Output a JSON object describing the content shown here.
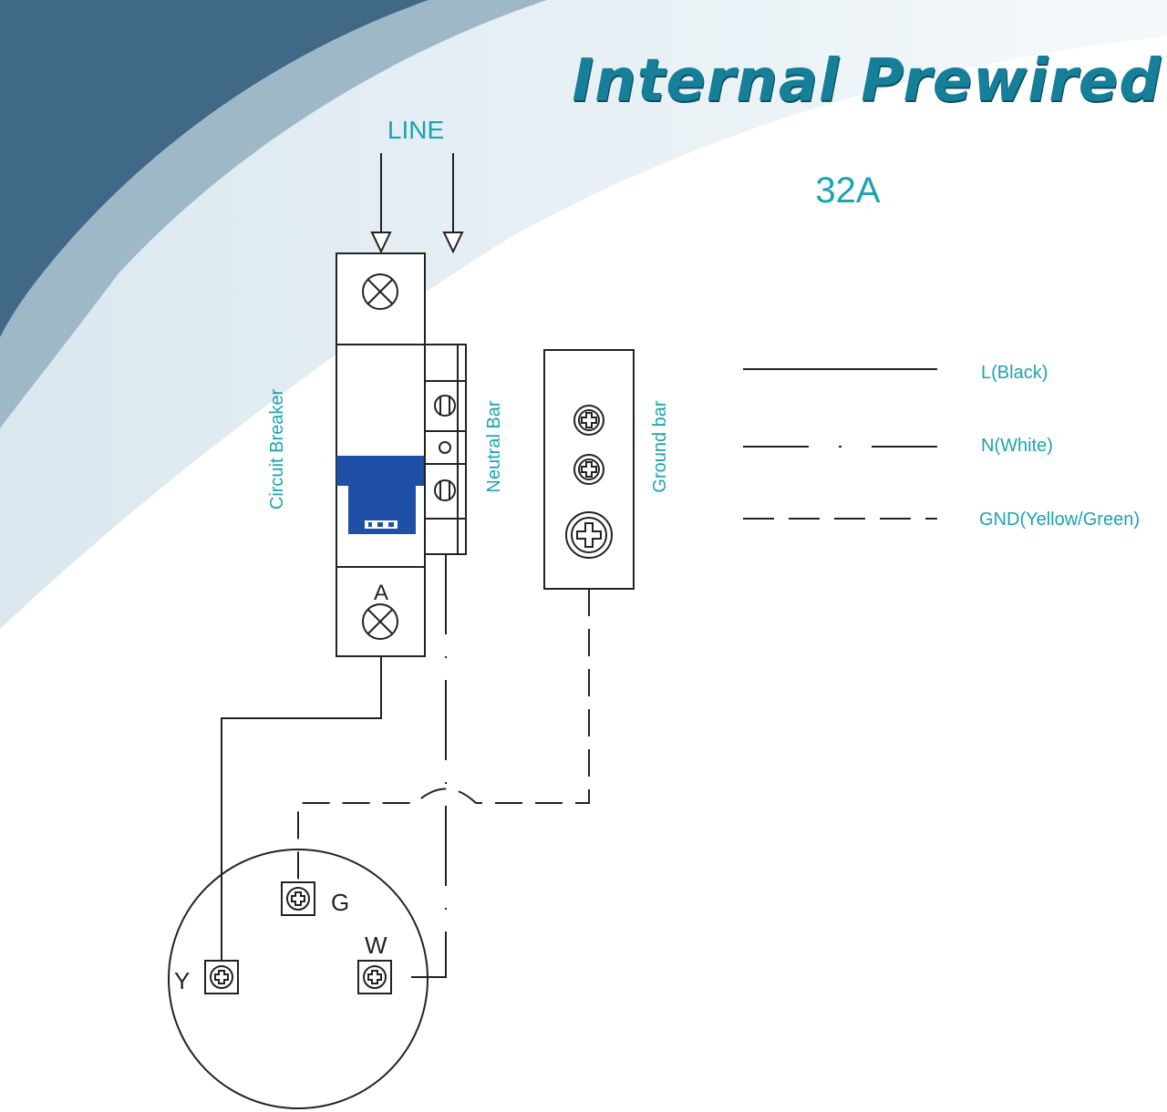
{
  "title": "Internal Prewired",
  "rating": "32A",
  "line_label": "LINE",
  "labels": {
    "circuit_breaker": "Circuit Breaker",
    "neutral_bar": "Neutral Bar",
    "ground_bar": "Ground bar"
  },
  "breaker_terminal_label": "A",
  "outlet_terminals": {
    "ground": "G",
    "white": "W",
    "hot": "Y"
  },
  "legend": [
    {
      "label": "L(Black)",
      "style": "solid"
    },
    {
      "label": "N(White)",
      "style": "dash-dot"
    },
    {
      "label": "GND(Yellow/Green)",
      "style": "dashed"
    }
  ],
  "colors": {
    "accent": "#1aa3b2",
    "title": "#16809a",
    "banner_dark": "#3f6986",
    "banner_light": "#9fb8c8",
    "breaker_handle": "#1f4fa6"
  }
}
